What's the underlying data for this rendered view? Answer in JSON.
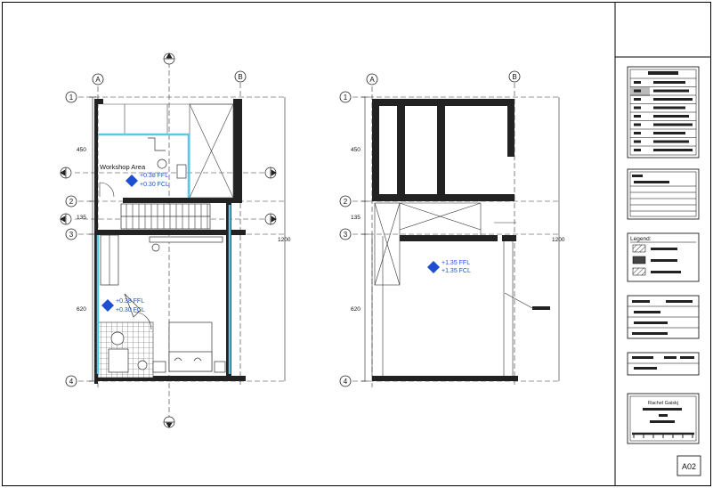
{
  "sheet": {
    "sheet_number": "A02",
    "designer_name": "Rachel Gaiskj",
    "legend_title": "Legend:"
  },
  "plan_left": {
    "room_label": "Workshop Area",
    "level_tag_1_top": "+0.38 FFL",
    "level_tag_1_bottom": "+0.30 FCL",
    "level_tag_2_top": "+0.38 FFL",
    "level_tag_2_bottom": "+0.30 FCL",
    "dim_top": "450",
    "dim_mid": "135",
    "dim_bottom": "620",
    "dim_total": "1200"
  },
  "plan_right": {
    "level_tag_top": "+1.35 FFL",
    "level_tag_bottom": "+1.35 FCL",
    "dim_top": "450",
    "dim_mid": "135",
    "dim_bottom": "620",
    "dim_total": "1200"
  },
  "grid": {
    "col_a": "A",
    "col_b": "B",
    "row_1": "1",
    "row_2": "2",
    "row_3": "3",
    "row_4": "4"
  },
  "colors": {
    "wall": "#222222",
    "highlight": "#5ac8e8",
    "tag": "#1f4fd1",
    "line": "#111111"
  }
}
